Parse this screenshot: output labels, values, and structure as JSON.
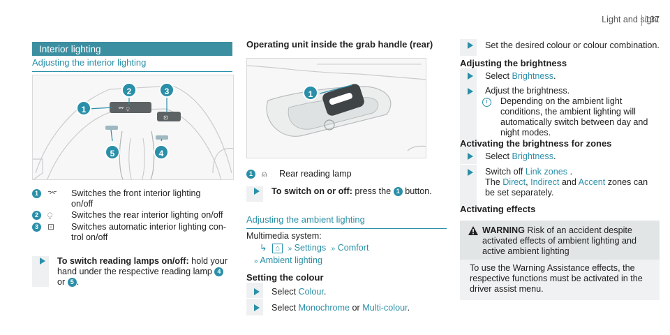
{
  "page": {
    "running_head": "Light and sight",
    "page_number": "137"
  },
  "col1": {
    "section_bar": "Interior lighting",
    "subheading": "Adjusting the interior lighting",
    "legend": [
      {
        "num": "1",
        "icon": "front-lamp-icon",
        "glyph": "⌤",
        "text": "Switches the front interior lighting on/off"
      },
      {
        "num": "2",
        "icon": "rear-lamp-icon",
        "glyph": "⍜",
        "text": "Switches the rear interior lighting on/off"
      },
      {
        "num": "3",
        "icon": "auto-lamp-icon",
        "glyph": "⊡",
        "text": "Switches automatic interior lighting con-trol on/off"
      }
    ],
    "step": {
      "bold": "To switch reading lamps on/off:",
      "text": " hold your hand under the respective reading lamp ",
      "num_a": "4",
      "mid": " or ",
      "num_b": "5",
      "end": "."
    },
    "callouts": [
      "1",
      "2",
      "3",
      "5",
      "4"
    ]
  },
  "col2": {
    "heading": "Operating unit inside the grab handle (rear)",
    "callout": "1",
    "legend": {
      "num": "1",
      "icon": "reading-lamp-icon",
      "glyph": "⍝",
      "text": "Rear reading lamp"
    },
    "step": {
      "bold": "To switch on or off:",
      "text": " press the ",
      "num": "1",
      "end": " button."
    },
    "subheading": "Adjusting the ambient lighting",
    "multimedia_label": "Multimedia system:",
    "path1": {
      "home": "⌂",
      "settings": "Settings",
      "comfort": "Comfort"
    },
    "path2": "Ambient lighting",
    "setting_heading": "Setting the colour",
    "select_colour": {
      "prefix": "Select ",
      "link": "Colour",
      "suffix": "."
    },
    "select_mode": {
      "prefix": "Select ",
      "link1": "Monochrome",
      "mid": " or ",
      "link2": "Multi-colour",
      "suffix": "."
    }
  },
  "col3": {
    "step_set": "Set the desired colour or colour combination.",
    "brightness_heading": "Adjusting the brightness",
    "select_brightness": {
      "prefix": "Select ",
      "link": "Brightness",
      "suffix": "."
    },
    "adjust": "Adjust the brightness.",
    "info": "Depending on the ambient light conditions, the ambient lighting will automatically switch between day and night modes.",
    "activating_heading": "Activating the brightness for zones",
    "select_brightness2": {
      "prefix": "Select ",
      "link": "Brightness",
      "suffix": "."
    },
    "switch_off": {
      "prefix": "Switch off ",
      "link": "Link zones",
      "suffix": " ."
    },
    "zones": {
      "the": "The ",
      "z1": "Direct",
      "c1": ", ",
      "z2": "Indirect",
      "and": " and ",
      "z3": "Accent",
      "rest": " zones can be set separately."
    },
    "effects_heading": "Activating effects",
    "warning": {
      "label": "WARNING",
      "title": "Risk of an accident despite activated effects of ambient lighting and active ambient lighting",
      "body": "To use the Warning Assistance effects, the respective functions must be activated in the driver assist menu."
    }
  }
}
